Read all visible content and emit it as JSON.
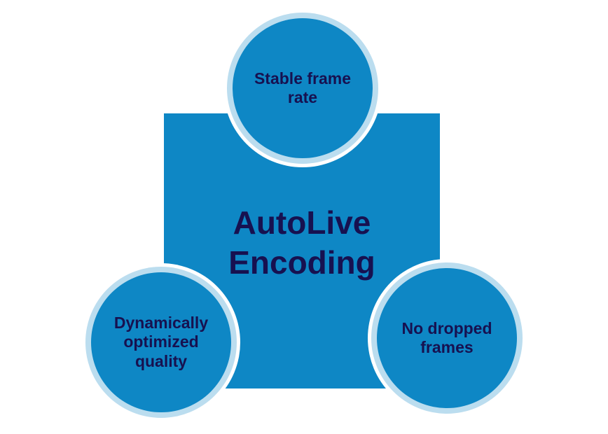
{
  "center": {
    "line1": "AutoLive",
    "line2": "Encoding"
  },
  "nodes": [
    {
      "name": "stable-frame-rate",
      "lines": [
        "Stable frame",
        "rate"
      ]
    },
    {
      "name": "dynamically-optimized-quality",
      "lines": [
        "Dynamically",
        "optimized",
        "quality"
      ]
    },
    {
      "name": "no-dropped-frames",
      "lines": [
        "No dropped",
        "frames"
      ]
    }
  ],
  "colors": {
    "primary_blue": "#0e87c5",
    "text_navy": "#171150",
    "ring_tint": "#bcdaee",
    "halo": "#ffffff",
    "background": "#ffffff"
  }
}
